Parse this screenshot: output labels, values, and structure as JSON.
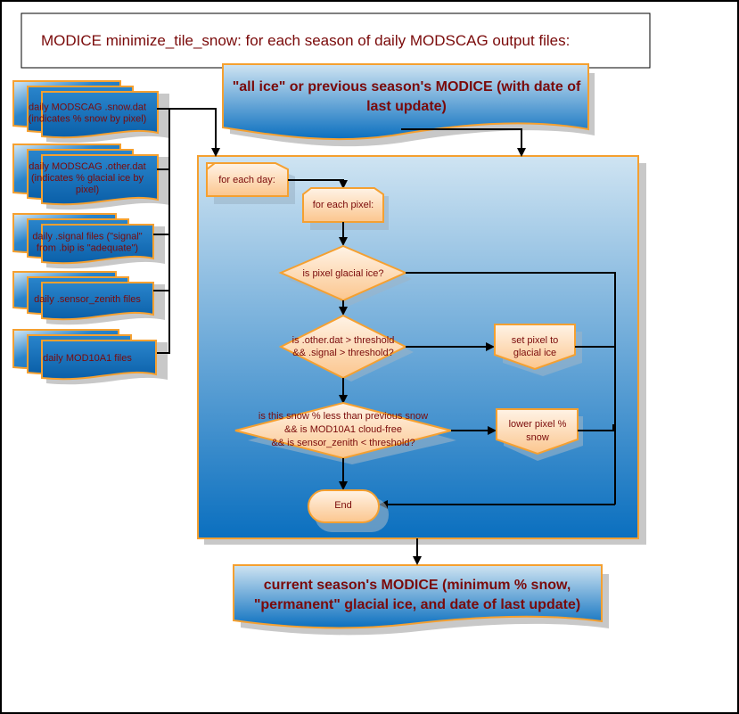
{
  "title": "MODICE minimize_tile_snow: for each season of daily MODSCAG output files:",
  "input_docs": [
    {
      "lines": [
        "daily MODSCAG .snow.dat",
        "(indicates % snow by pixel)"
      ]
    },
    {
      "lines": [
        "daily MODSCAG .other.dat",
        "(indicates % glacial ice by",
        "pixel)"
      ]
    },
    {
      "lines": [
        "daily .signal files (\"signal\"",
        "from .bip is \"adequate\")"
      ]
    },
    {
      "lines": [
        "daily .sensor_zenith files"
      ]
    },
    {
      "lines": [
        "daily MOD10A1 files"
      ]
    }
  ],
  "prior_state": {
    "lines": [
      "\"all ice\" or previous season's MODICE (with date of",
      "last update)"
    ]
  },
  "output_state": {
    "lines": [
      "current season's MODICE (minimum % snow,",
      "\"permanent\" glacial ice, and date of last update)"
    ]
  },
  "loop_day": "for each day:",
  "loop_pixel": "for each pixel:",
  "decision_glacial": "is pixel glacial ice?",
  "decision_threshold": {
    "lines": [
      "is .other.dat > threshold",
      "&& .signal > threshold?"
    ]
  },
  "action_set_glacial": {
    "lines": [
      "set pixel to",
      "glacial ice"
    ]
  },
  "decision_snow": {
    "lines": [
      "is this snow % less than previous snow",
      "&& is MOD10A1 cloud-free",
      "&& is sensor_zenith < threshold?"
    ]
  },
  "action_lower_snow": {
    "lines": [
      "lower pixel %",
      "snow"
    ]
  },
  "end_label": "End",
  "colors": {
    "text": "#7a0a0a",
    "orange_border": "#f5a030",
    "blue_dark": "#0a6fbf",
    "blue_light": "#cfe4f2",
    "node_light": "#fff1e2",
    "node_dark": "#fbc892"
  }
}
